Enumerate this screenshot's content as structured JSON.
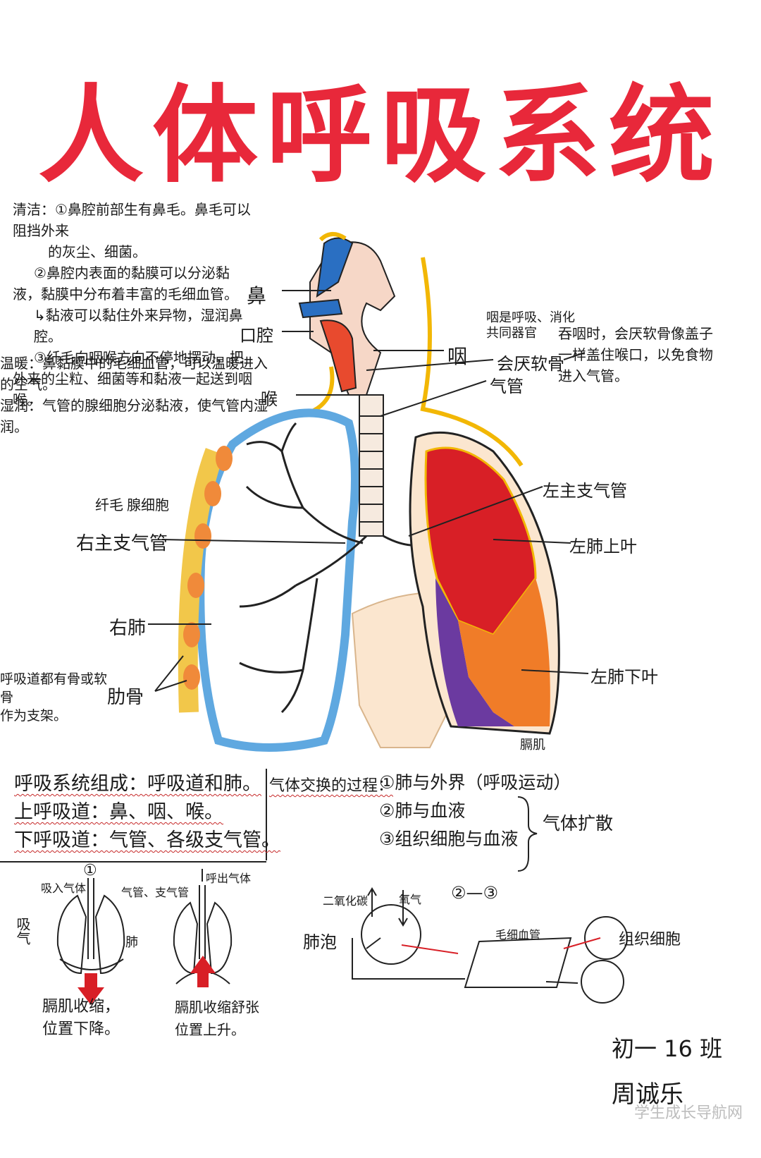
{
  "title": "人体呼吸系统",
  "notes": {
    "clean_1a": "清洁：①鼻腔前部生有鼻毛。鼻毛可以阻挡外来",
    "clean_1b": "的灰尘、细菌。",
    "clean_2a": "②鼻腔内表面的黏膜可以分泌黏",
    "clean_2b": "液，黏膜中分布着丰富的毛细血管。",
    "clean_2c": "↳黏液可以黏住外来异物，湿润鼻腔。",
    "clean_3a": "③纤毛向咽喉方向不停地摆动，把",
    "clean_3b": "外来的尘粒、细菌等和黏液一起送到咽",
    "clean_3c": "喉。",
    "warm": "温暖：鼻黏膜中的毛细血管，可以温暖进入的空气。",
    "moist": "湿润：气管的腺细胞分泌黏液，使气管内湿润。",
    "epi_note_1": "吞咽时，会厌软骨像盖子",
    "epi_note_2": "一样盖住喉口，以免食物",
    "epi_note_3": "进入气管。",
    "support_1": "呼吸道都有骨或软骨",
    "support_2": "作为支架。"
  },
  "labels": {
    "nose": "鼻",
    "mouth": "口腔",
    "throat_shared_1": "咽是呼吸、消化",
    "throat_shared_2": "共同器官",
    "pharynx": "咽",
    "epiglottis": "会厌软骨",
    "trachea": "气管",
    "larynx": "喉",
    "cilia": "纤毛",
    "gland_cell": "腺细胞",
    "right_bronchus": "右主支气管",
    "left_bronchus": "左主支气管",
    "left_upper": "左肺上叶",
    "right_lung": "右肺",
    "rib": "肋骨",
    "left_lower": "左肺下叶",
    "diaphragm": "膈肌"
  },
  "summary": {
    "composition": "呼吸系统组成：呼吸道和肺。",
    "upper": "上呼吸道：鼻、咽、喉。",
    "lower": "下呼吸道：气管、各级支气管。",
    "exchange_title": "气体交换的过程：",
    "step1": "①肺与外界（呼吸运动）",
    "step2": "②肺与血液",
    "step3": "③组织细胞与血液",
    "diffusion": "气体扩散"
  },
  "breathing": {
    "marker": "①",
    "inhale_gas": "吸入气体",
    "airway": "气管、支气管",
    "lung": "肺",
    "inhale": "吸气",
    "inhale_caption_1": "膈肌收缩，",
    "inhale_caption_2": "位置下降。",
    "exhale_gas": "呼出气体",
    "exhale_caption_1": "膈肌收缩舒张",
    "exhale_caption_2": "位置上升。"
  },
  "exchange": {
    "marker": "②—③",
    "co2": "二氧化碳",
    "o2": "氧气",
    "alveolus": "肺泡",
    "capillary": "毛细血管",
    "tissue": "组织细胞"
  },
  "signature": {
    "class": "初一 16 班",
    "name": "周诚乐"
  },
  "watermark": "学生成长导航网",
  "colors": {
    "title": "#e8283a",
    "lung_upper": "#d81f26",
    "lung_lower": "#f07c28",
    "lung_purple": "#6b3aa0",
    "pleura": "#5fa8e0",
    "nerve": "#f2b705"
  }
}
